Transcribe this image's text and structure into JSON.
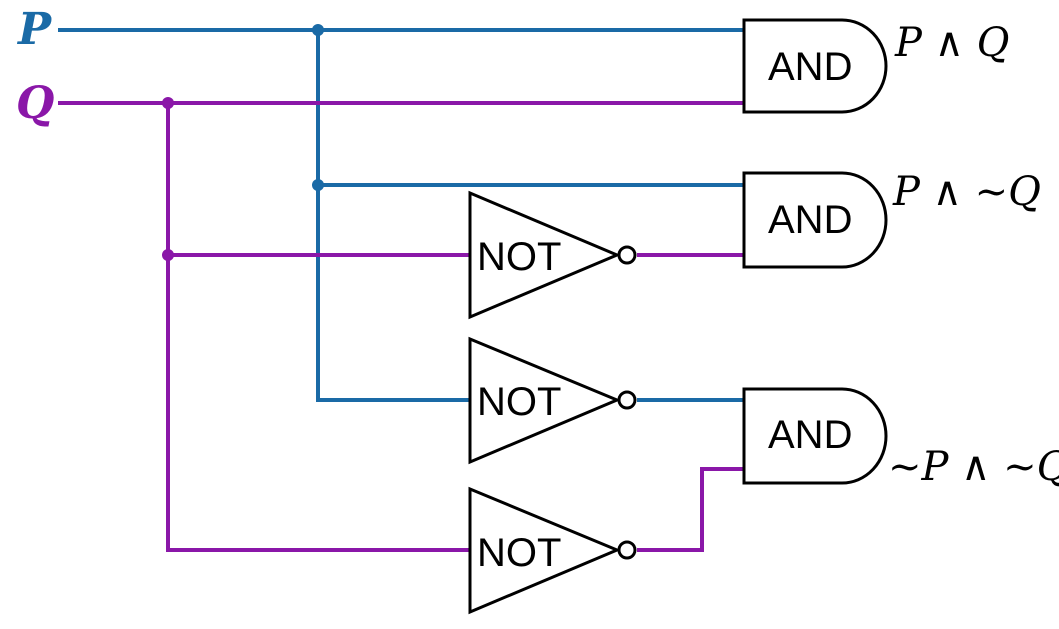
{
  "inputs": {
    "p": {
      "label": "P",
      "color": "#1a6aa6"
    },
    "q": {
      "label": "Q",
      "color": "#8a17a8"
    }
  },
  "gates": {
    "and_label": "AND",
    "not_label": "NOT"
  },
  "outputs": {
    "p_and_q": "P ∧ Q",
    "p_and_not_q": "P ∧ ~Q",
    "not_p_and_not_q": "~P ∧ ~Q"
  }
}
